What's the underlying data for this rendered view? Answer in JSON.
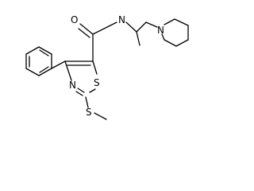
{
  "molecule": {
    "atoms": {
      "carbonyl_oxygen": "O",
      "amide_nitrogen": "N",
      "piperidine_nitrogen": "N",
      "thiazole_sulfur": "S",
      "thiazole_nitrogen": "N",
      "thioether_sulfur": "S"
    }
  },
  "colors": {
    "bond": "#000000",
    "label": "#000000",
    "background": "#ffffff"
  }
}
